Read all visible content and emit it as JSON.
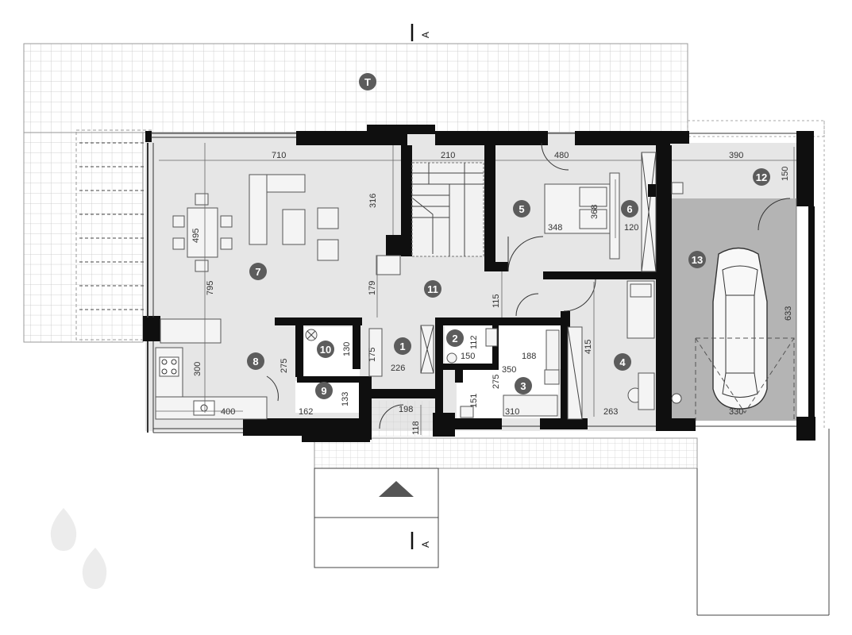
{
  "colors": {
    "wall": "#0f0f0f",
    "floor": "#e6e6e6",
    "garage_floor": "#b4b4b4",
    "badge": "#5c5c5c",
    "grid": "#c4c4c4"
  },
  "section_marker": {
    "top": "A",
    "bottom": "A"
  },
  "rooms": [
    {
      "id": "T"
    },
    {
      "id": "1"
    },
    {
      "id": "2"
    },
    {
      "id": "3"
    },
    {
      "id": "4"
    },
    {
      "id": "5"
    },
    {
      "id": "6"
    },
    {
      "id": "7"
    },
    {
      "id": "8"
    },
    {
      "id": "9"
    },
    {
      "id": "10"
    },
    {
      "id": "11"
    },
    {
      "id": "12"
    },
    {
      "id": "13"
    }
  ],
  "dimensions": [
    "710",
    "210",
    "480",
    "390",
    "150",
    "316",
    "495",
    "348",
    "368",
    "120",
    "795",
    "179",
    "115",
    "633",
    "415",
    "112",
    "150",
    "188",
    "130",
    "175",
    "226",
    "275",
    "350",
    "300",
    "133",
    "275",
    "151",
    "310",
    "263",
    "162",
    "400",
    "198",
    "118",
    "330"
  ],
  "icons": [
    "entrance-arrow-icon",
    "car-icon",
    "bed-icon",
    "stove-icon",
    "sink-icon"
  ]
}
